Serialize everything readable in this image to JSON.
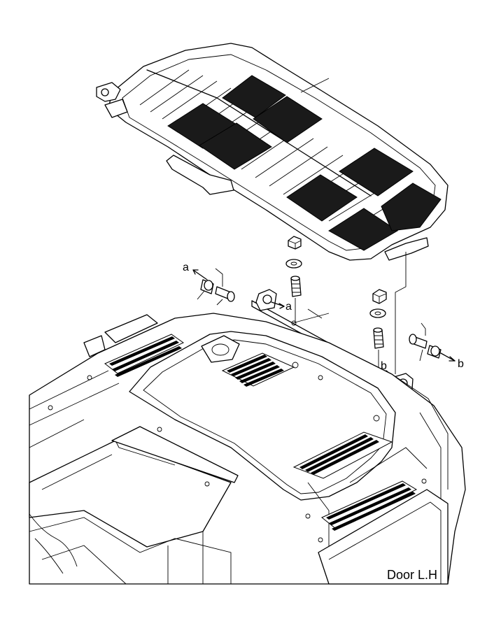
{
  "caption": "Door L.H",
  "labels": {
    "a_left": "a",
    "a_bracket": "a",
    "b_bracket": "b",
    "b_right": "b"
  }
}
